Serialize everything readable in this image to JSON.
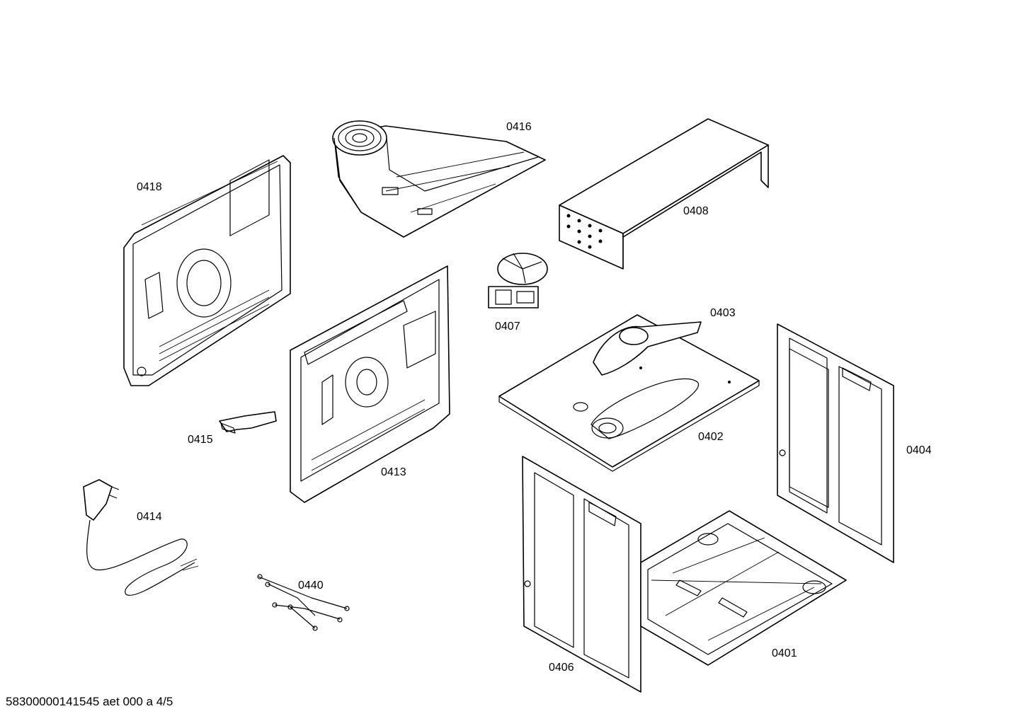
{
  "parts": [
    {
      "id": "p0416",
      "label": "0416"
    },
    {
      "id": "p0418",
      "label": "0418"
    },
    {
      "id": "p0408",
      "label": "0408"
    },
    {
      "id": "p0407",
      "label": "0407"
    },
    {
      "id": "p0403",
      "label": "0403"
    },
    {
      "id": "p0402",
      "label": "0402"
    },
    {
      "id": "p0404",
      "label": "0404"
    },
    {
      "id": "p0413",
      "label": "0413"
    },
    {
      "id": "p0415",
      "label": "0415"
    },
    {
      "id": "p0414",
      "label": "0414"
    },
    {
      "id": "p0440",
      "label": "0440"
    },
    {
      "id": "p0406",
      "label": "0406"
    },
    {
      "id": "p0401",
      "label": "0401"
    }
  ],
  "footer": {
    "text": "58300000141545 aet 000 a 4/5"
  }
}
